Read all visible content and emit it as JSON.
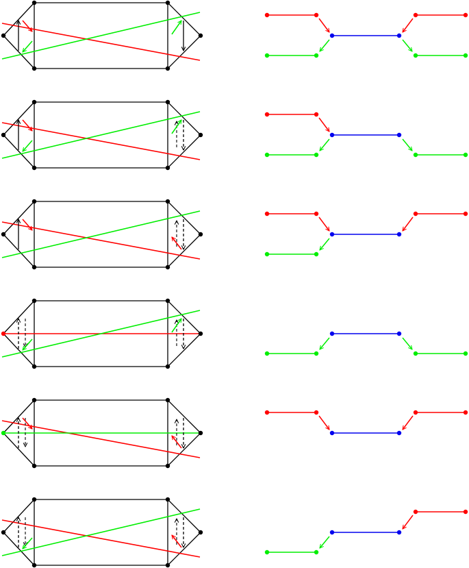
{
  "colors": {
    "black": "#000000",
    "red": "#ff0000",
    "green": "#00ee00",
    "blue": "#0000ee"
  },
  "rows": [
    {
      "red_line": "down",
      "green_line": "up",
      "left_red_arrow": "solid",
      "left_green_arrow": "solid",
      "left_black_arrow": "solid",
      "left_node": "black",
      "right_red_arrow": "none",
      "right_green_arrow": "solid",
      "right_black_arrow": "solid",
      "path_red_left": true,
      "path_green_left": true,
      "path_red_right": true,
      "path_green_right": true
    },
    {
      "red_line": "down",
      "green_line": "up",
      "left_red_arrow": "solid",
      "left_green_arrow": "solid",
      "left_black_arrow": "solid",
      "left_node": "black",
      "right_red_arrow": "none",
      "right_green_arrow": "solid",
      "right_black_arrow": "dashed",
      "path_red_left": true,
      "path_green_left": true,
      "path_red_right": false,
      "path_green_right": true
    },
    {
      "red_line": "down",
      "green_line": "up",
      "left_red_arrow": "solid",
      "left_green_arrow": "none",
      "left_black_arrow": "solid",
      "left_node": "black",
      "right_red_arrow": "solid",
      "right_green_arrow": "none",
      "right_black_arrow": "dashed",
      "path_red_left": true,
      "path_green_left": true,
      "path_red_right": true,
      "path_green_right": false
    },
    {
      "red_line": "flat",
      "green_line": "up",
      "left_red_arrow": "none",
      "left_green_arrow": "solid",
      "left_black_arrow": "dashed",
      "left_node": "red",
      "right_red_arrow": "none",
      "right_green_arrow": "solid",
      "right_black_arrow": "dashed",
      "path_red_left": false,
      "path_green_left": true,
      "path_red_right": false,
      "path_green_right": true
    },
    {
      "red_line": "down",
      "green_line": "flat",
      "left_red_arrow": "solid",
      "left_green_arrow": "none",
      "left_black_arrow": "dashed",
      "left_node": "green",
      "right_red_arrow": "solid",
      "right_green_arrow": "none",
      "right_black_arrow": "dashed",
      "path_red_left": true,
      "path_green_left": false,
      "path_red_right": true,
      "path_green_right": false
    },
    {
      "red_line": "down",
      "green_line": "up",
      "left_red_arrow": "none",
      "left_green_arrow": "solid",
      "left_black_arrow": "dashed",
      "left_node": "black",
      "right_red_arrow": "solid",
      "right_green_arrow": "none",
      "right_black_arrow": "dashed",
      "path_red_left": false,
      "path_green_left": true,
      "path_red_right": true,
      "path_green_right": false
    }
  ]
}
